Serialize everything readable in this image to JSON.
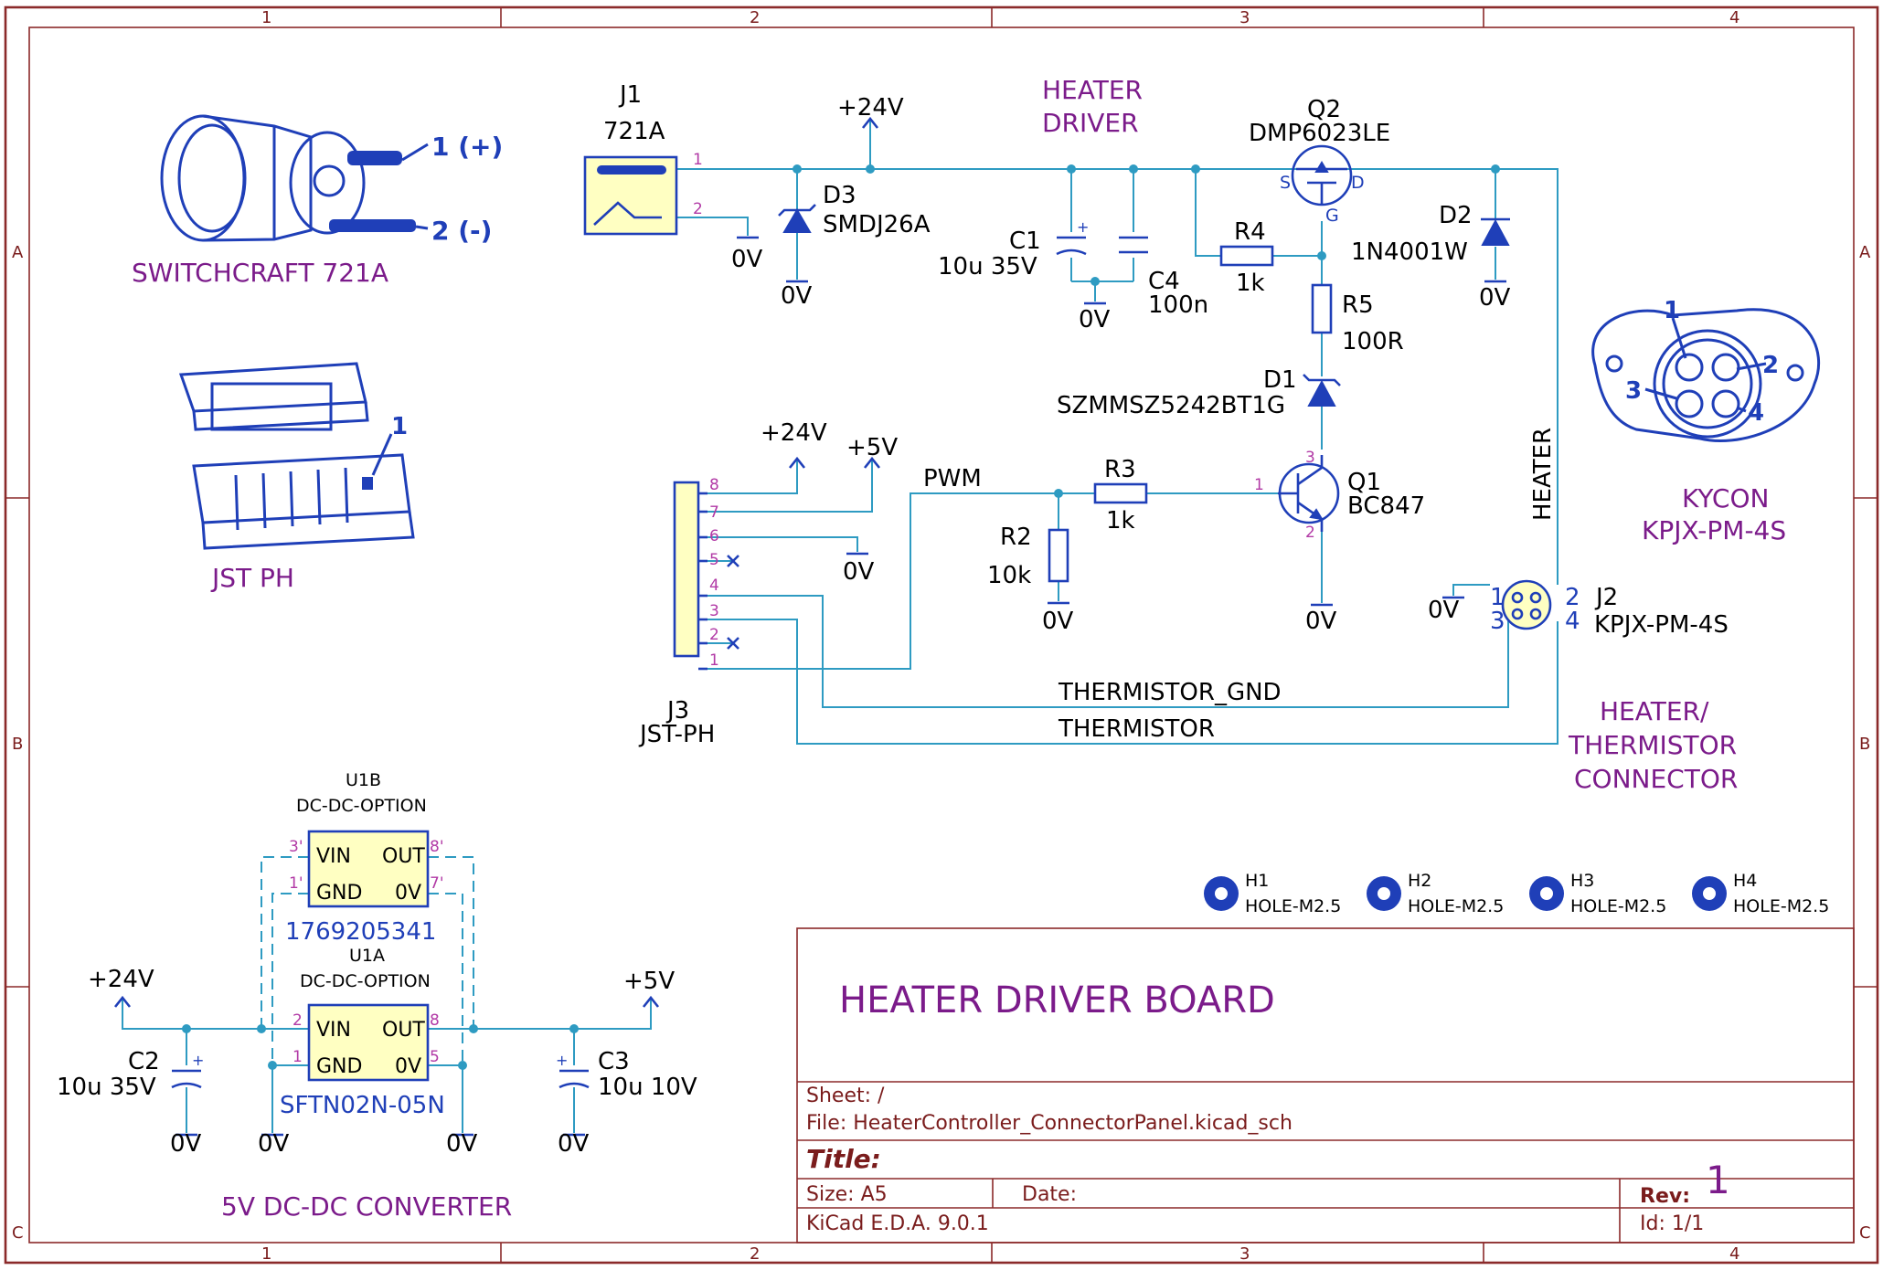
{
  "frame": {
    "columns": [
      "1",
      "2",
      "3",
      "4"
    ],
    "rows": [
      "A",
      "B",
      "C"
    ]
  },
  "title_block": {
    "board_title": "HEATER DRIVER BOARD",
    "sheet": "Sheet: /",
    "file": "File: HeaterController_ConnectorPanel.kicad_sch",
    "title_label": "Title:",
    "size": "Size: A5",
    "date": "Date:",
    "rev_label": "Rev:",
    "rev_value": "1",
    "tool": "KiCad E.D.A. 9.0.1",
    "id": "Id: 1/1"
  },
  "section_labels": {
    "switchcraft": "SWITCHCRAFT 721A",
    "jst": "JST PH",
    "heater_driver_1": "HEATER",
    "heater_driver_2": "DRIVER",
    "kycon_1": "KYCON",
    "kycon_2": "KPJX-PM-4S",
    "heater_conn_1": "HEATER/",
    "heater_conn_2": "THERMISTOR",
    "heater_conn_3": "CONNECTOR",
    "dcdc": "5V DC-DC CONVERTER"
  },
  "pictures": {
    "dc_jack_pin1": "1 (+)",
    "dc_jack_pin2": "2 (-)",
    "jst_pin1": "1",
    "kycon_pin1": "1",
    "kycon_pin2": "2",
    "kycon_pin3": "3",
    "kycon_pin4": "4"
  },
  "components": {
    "j1_ref": "J1",
    "j1_val": "721A",
    "d3_ref": "D3",
    "d3_val": "SMDJ26A",
    "c1_ref": "C1",
    "c1_val": "10u 35V",
    "c4_ref": "C4",
    "c4_val": "100n",
    "r4_ref": "R4",
    "r4_val": "1k",
    "q2_ref": "Q2",
    "q2_val": "DMP6023LE",
    "q2_s": "S",
    "q2_d": "D",
    "q2_g": "G",
    "d2_ref": "D2",
    "d2_val": "1N4001W",
    "r5_ref": "R5",
    "r5_val": "100R",
    "d1_ref": "D1",
    "d1_val": "SZMMSZ5242BT1G",
    "r3_ref": "R3",
    "r3_val": "1k",
    "r2_ref": "R2",
    "r2_val": "10k",
    "q1_ref": "Q1",
    "q1_val": "BC847",
    "j2_ref": "J2",
    "j2_val": "KPJX-PM-4S",
    "j3_ref": "J3",
    "j3_val": "JST-PH",
    "u1b_ref": "U1B",
    "u1b_val": "DC-DC-OPTION",
    "u1b_part": "1769205341",
    "u1a_ref": "U1A",
    "u1a_val": "DC-DC-OPTION",
    "u1a_part": "SFTN02N-05N",
    "c2_ref": "C2",
    "c2_val": "10u 35V",
    "c3_ref": "C3",
    "c3_val": "10u 10V",
    "vin": "VIN",
    "gnd": "GND",
    "out": "OUT",
    "zero_v": "0V"
  },
  "holes": [
    {
      "ref": "H1",
      "val": "HOLE-M2.5"
    },
    {
      "ref": "H2",
      "val": "HOLE-M2.5"
    },
    {
      "ref": "H3",
      "val": "HOLE-M2.5"
    },
    {
      "ref": "H4",
      "val": "HOLE-M2.5"
    }
  ],
  "nets": {
    "p24v": "+24V",
    "p5v": "+5V",
    "gnd": "0V",
    "pwm": "PWM",
    "heater": "HEATER",
    "therm_gnd": "THERMISTOR_GND",
    "therm": "THERMISTOR"
  },
  "pins": {
    "p1": "1",
    "p2": "2",
    "p3": "3",
    "p4": "4",
    "p5": "5",
    "p6": "6",
    "p7": "7",
    "p8": "8",
    "p1p": "1'",
    "p3p": "3'",
    "p7p": "7'",
    "p8p": "8'"
  },
  "colors": {
    "frame": "#8b2a2a",
    "wire": "#2e9bc2",
    "component": "#1f3fb8",
    "body_fill": "#ffffc2",
    "label": "#7b1b8a",
    "pin_number": "#b23aa6"
  }
}
